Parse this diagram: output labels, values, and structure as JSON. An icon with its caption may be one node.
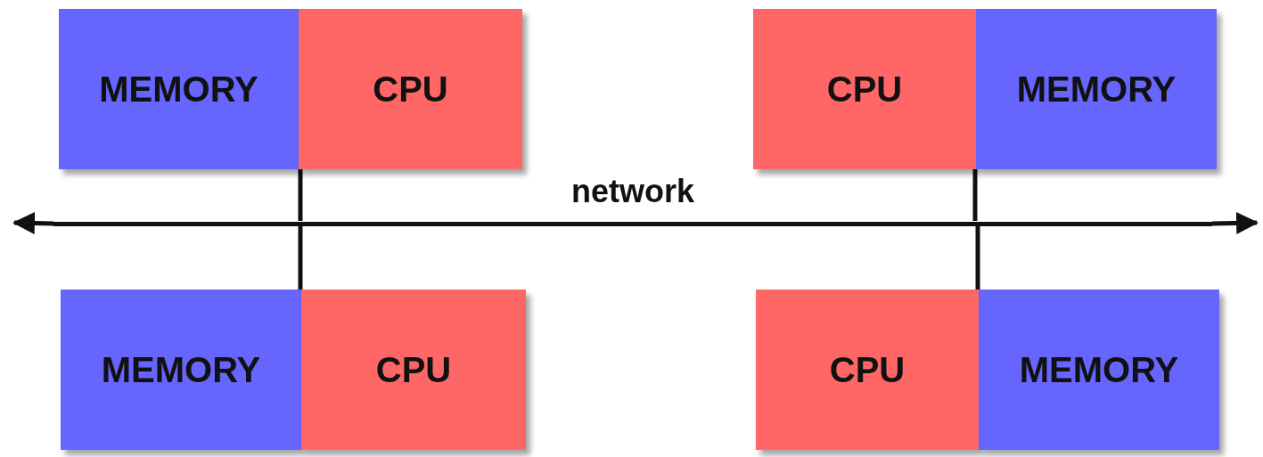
{
  "diagram": {
    "nodes": [
      {
        "text": [
          "MEMORY"
        ]
      },
      {
        "text": [
          "CPU"
        ]
      },
      {
        "text": [
          "CPU"
        ]
      },
      {
        "text": [
          "MEMORY"
        ]
      },
      {
        "text": [
          "MEMORY"
        ]
      },
      {
        "text": [
          "CPU"
        ]
      },
      {
        "text": [
          "CPU"
        ]
      },
      {
        "text": [
          "MEMORY"
        ]
      },
      {
        "text": [
          "network"
        ]
      }
    ],
    "edges": [
      {
        "from": 1,
        "to": 8,
        "arrow": "none"
      },
      {
        "from": 8,
        "to": 5,
        "arrow": "none"
      },
      {
        "from": 2,
        "to": 8,
        "arrow": "none"
      },
      {
        "from": 8,
        "to": 6,
        "arrow": "none"
      },
      {
        "from": 8,
        "to": null,
        "arrow": "to"
      },
      {
        "from": 8,
        "to": null,
        "arrow": "to"
      }
    ]
  }
}
